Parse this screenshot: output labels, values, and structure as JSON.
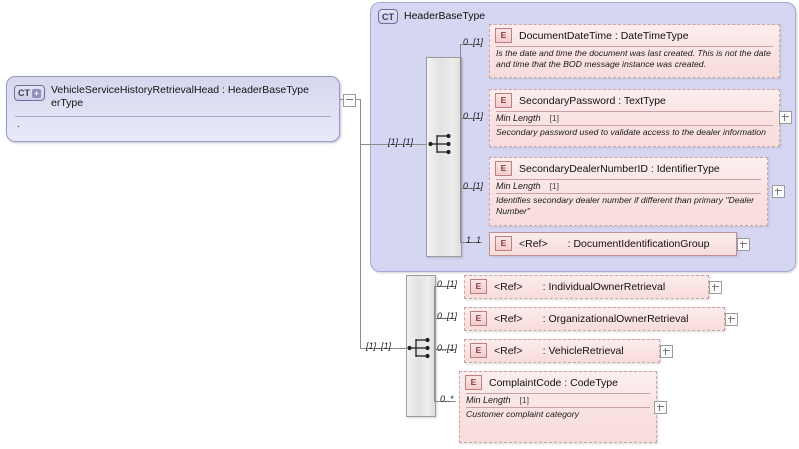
{
  "diagram": {
    "type": "xsd-schema-diagram",
    "colors": {
      "complex_type_fill": "#d5d6f2",
      "element_fill": "#f9e2e2",
      "compositor_fill": "#e8e8e8",
      "connector_line": "#8c8c8c"
    }
  },
  "root": {
    "badge": "CT",
    "badge_expand": "+",
    "name": "VehicleServiceHistoryRetrievalHead : HeaderBaseType",
    "name_wrap": "erType",
    "annotation_dot": ".",
    "toggle_icon": "minus-box"
  },
  "group": {
    "badge": "CT",
    "label": "HeaderBaseType",
    "compositor": "sequence"
  },
  "sequence_top": {
    "cardinality": "[1]..[1]",
    "compositor": "sequence",
    "children": [
      {
        "badge": "E",
        "name": "DocumentDateTime : DateTimeType",
        "cardinality": "0..[1]",
        "required": false,
        "facet_name": "",
        "facet_value": "",
        "doc": "Is the date and time the document was last created. This is not the date and time that the BOD message instance was created.",
        "expand": false
      },
      {
        "badge": "E",
        "name": "SecondaryPassword : TextType",
        "cardinality": "0..[1]",
        "required": false,
        "facet_name": "Min Length",
        "facet_value": "[1]",
        "doc": "Secondary password used to validate access to the dealer information",
        "expand": true
      },
      {
        "badge": "E",
        "name": "SecondaryDealerNumberID : IdentifierType",
        "cardinality": "0..[1]",
        "required": false,
        "facet_name": "Min Length",
        "facet_value": "[1]",
        "doc": "Identifies secondary dealer number if different than primary \"Dealer Number\"",
        "expand": true
      },
      {
        "badge": "E",
        "name": "<Ref>",
        "reftype": ": DocumentIdentificationGroup",
        "cardinality": "1..1",
        "required": true,
        "expand": true
      }
    ]
  },
  "sequence_bottom": {
    "cardinality": "[1]..[1]",
    "compositor": "sequence",
    "children": [
      {
        "badge": "E",
        "name": "<Ref>",
        "reftype": ": IndividualOwnerRetrieval",
        "cardinality": "0..[1]",
        "required": false,
        "expand": true
      },
      {
        "badge": "E",
        "name": "<Ref>",
        "reftype": ": OrganizationalOwnerRetrieval",
        "cardinality": "0..[1]",
        "required": false,
        "expand": true
      },
      {
        "badge": "E",
        "name": "<Ref>",
        "reftype": ": VehicleRetrieval",
        "cardinality": "0..[1]",
        "required": false,
        "expand": true
      },
      {
        "badge": "E",
        "name": "ComplaintCode : CodeType",
        "cardinality": "0..*",
        "required": false,
        "facet_name": "Min Length",
        "facet_value": "[1]",
        "doc": "Customer complaint category",
        "expand": true
      }
    ]
  }
}
